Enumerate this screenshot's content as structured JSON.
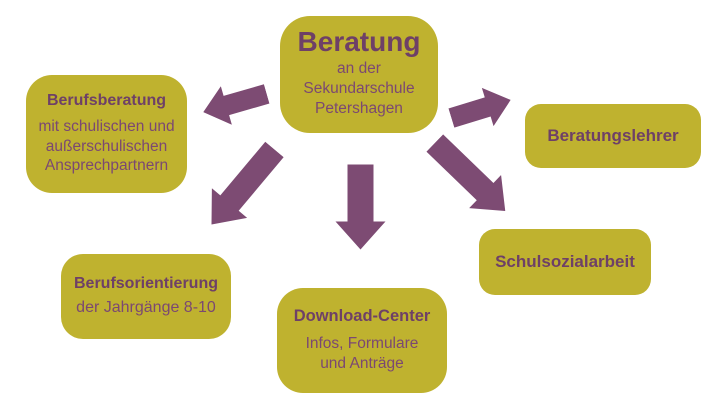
{
  "colors": {
    "background": "#ffffff",
    "box_fill": "#bfb22f",
    "arrow": "#7d4b73",
    "heading_text": "#6e4067",
    "body_text": "#7b4872"
  },
  "diagram": {
    "center": {
      "title": "Beratung",
      "subtitle": "an der\nSekundarschule\nPetershagen"
    },
    "nodes": [
      {
        "id": "berufsberatung",
        "title": "Berufsberatung",
        "body": "mit schulischen und\naußerschulischen\nAnsprechpartnern"
      },
      {
        "id": "beratungslehrer",
        "title": "Beratungslehrer",
        "body": ""
      },
      {
        "id": "berufsorientierung",
        "title": "Berufsorientierung",
        "body": "der Jahrgänge 8-10"
      },
      {
        "id": "download-center",
        "title": "Download-Center",
        "body": "Infos, Formulare\nund Anträge"
      },
      {
        "id": "schulsozialarbeit",
        "title": "Schulsozialarbeit",
        "body": ""
      }
    ],
    "arrows": [
      {
        "id": "arrow-berufsberatung",
        "target": "Berufsberatung"
      },
      {
        "id": "arrow-beratungslehrer",
        "target": "Beratungslehrer"
      },
      {
        "id": "arrow-berufsorientierung",
        "target": "Berufsorientierung"
      },
      {
        "id": "arrow-download-center",
        "target": "Download-Center"
      },
      {
        "id": "arrow-schulsozialarbeit",
        "target": "Schulsozialarbeit"
      }
    ]
  }
}
